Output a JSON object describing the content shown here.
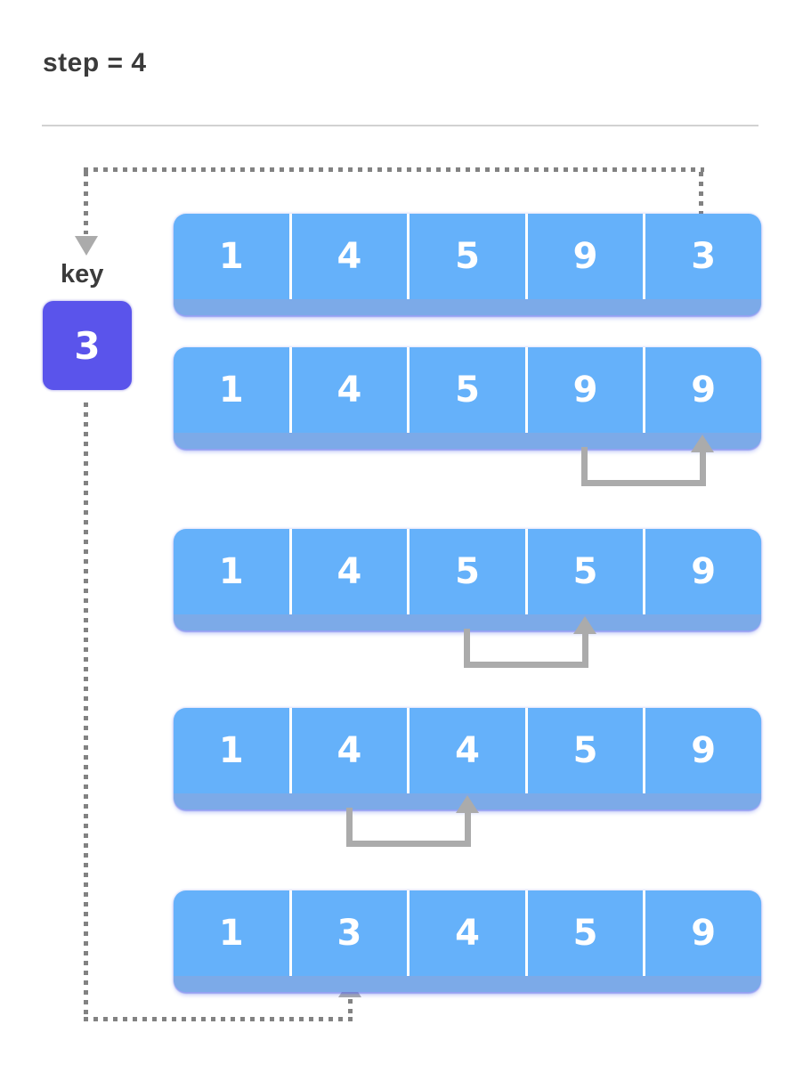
{
  "title": "step = 4",
  "key": {
    "label": "key",
    "value": "3"
  },
  "array_rows": [
    {
      "cells": [
        "1",
        "4",
        "5",
        "9",
        "3"
      ]
    },
    {
      "cells": [
        "1",
        "4",
        "5",
        "9",
        "9"
      ],
      "shift": {
        "from_index": 3,
        "to_index": 4
      }
    },
    {
      "cells": [
        "1",
        "4",
        "5",
        "5",
        "9"
      ],
      "shift": {
        "from_index": 2,
        "to_index": 3
      }
    },
    {
      "cells": [
        "1",
        "4",
        "4",
        "5",
        "9"
      ],
      "shift": {
        "from_index": 1,
        "to_index": 2
      }
    },
    {
      "cells": [
        "1",
        "3",
        "4",
        "5",
        "9"
      ],
      "insert_at_index": 1
    }
  ],
  "icons": {
    "key_extract_arrow": "arrow-down-icon",
    "key_insert_arrow": "arrow-up-icon",
    "shift_arrows": "arrow-up-icon"
  },
  "colors": {
    "text_dark": "#3B3B3B",
    "divider": "#D2D2D2",
    "array_fill": "#65B1FA",
    "array_lip": "#7CAAE8",
    "key_fill": "#5A54EB",
    "cell_text": "#FFFFFF",
    "arrow_gray": "#ABABAB",
    "dot_gray": "#828282"
  }
}
